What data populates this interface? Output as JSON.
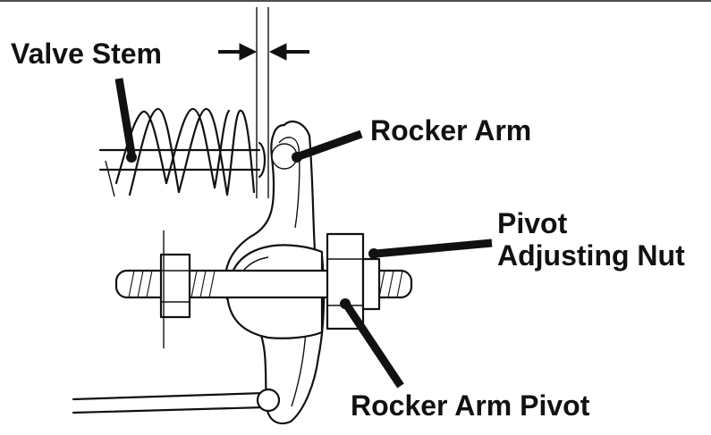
{
  "labels": {
    "valve_stem": "Valve Stem",
    "rocker_arm": "Rocker Arm",
    "pivot_line1": "Pivot",
    "pivot_line2": "Adjusting Nut",
    "rocker_arm_pivot": "Rocker Arm Pivot"
  },
  "colors": {
    "ink": "#111111",
    "background": "#ffffff"
  }
}
